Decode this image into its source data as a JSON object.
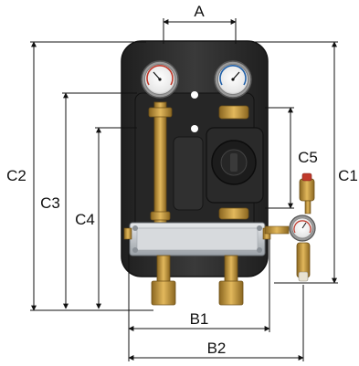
{
  "dimension_labels": {
    "A": "A",
    "B1": "B1",
    "B2": "B2",
    "C1": "C1",
    "C2": "C2",
    "C3": "C3",
    "C4": "C4",
    "C5": "C5"
  },
  "colors": {
    "insulation_shell": "#2e2e2e",
    "insulation_edge": "#1a1a1a",
    "brass": "#c99a3c",
    "brass_dark": "#8a6620",
    "steel": "#c9ccd0",
    "red_accent": "#c0392b",
    "pump": "#2a2a2a",
    "dimension_line": "#111111"
  },
  "components": [
    "insulation-shell",
    "thermometer-gauge-left",
    "thermometer-gauge-right",
    "flow-pipe-left",
    "circulation-pump",
    "plate-heat-exchanger",
    "safety-valve",
    "pressure-gauge",
    "connection-pipes-bottom"
  ]
}
